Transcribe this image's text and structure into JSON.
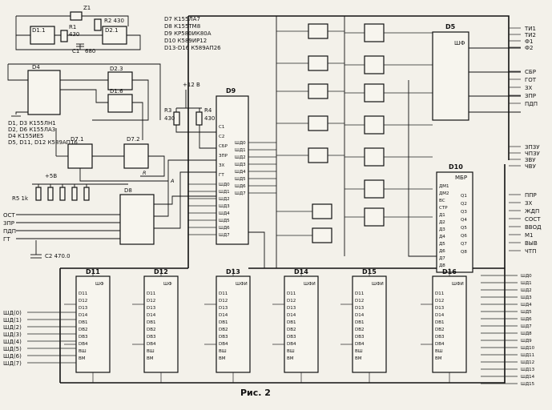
{
  "caption": "Рис. 2",
  "legend": [
    "D7  К155ЛА7",
    "D8  К155ТМ8",
    "D9  КР580ИК80А",
    "D10  К589ИР12",
    "D13-D16  К589АП26"
  ],
  "legend_left": [
    "D1, D3  К155ЛН1",
    "D2, D6  К155ЛА3",
    "D4  К155ИЕ5",
    "D5, D11, D12  К589АП16"
  ],
  "components": {
    "D1": "D1.1",
    "D2": "D2.1",
    "D3": "D4",
    "D4": "D2.3",
    "D5": "D1.6",
    "D7_1": "D7.1",
    "D7_2": "D7.2",
    "D8": "D8",
    "D9": "D9",
    "D10": "D10",
    "D11": "D11",
    "D12": "D12",
    "D13": "D13",
    "D14": "D14",
    "D15": "D15",
    "D16": "D16",
    "D5b": "D5"
  },
  "passives": {
    "Z1": "Z1",
    "R1": "R1",
    "R1v": "430",
    "R2": "R2 430",
    "C1": "C1",
    "C1v": "680",
    "R3": "R3",
    "R3v": "430",
    "R4": "R4",
    "R4v": "430",
    "R5": "R5 1k",
    "C2": "C2 470.0"
  },
  "supply": {
    "p12": "+12 В",
    "p5": "+5В"
  },
  "d9_left_pins": [
    "ШД0",
    "ШД1",
    "ШД2",
    "ШД3",
    "ШД4",
    "ШД5",
    "ШД6",
    "ШД7"
  ],
  "d9_right_pins": [
    "ШД0",
    "ШД1",
    "ШД2",
    "ШД3",
    "ШД4",
    "ШД5",
    "ШД6",
    "ШД7"
  ],
  "d9_ctrl": [
    "С1",
    "С2",
    "СБР",
    "ЗПР",
    "ЗХ",
    "ГТ"
  ],
  "d10_pins_left": [
    "ДМ1",
    "ДМ2",
    "ВС",
    "СТР",
    "Д1",
    "Д2",
    "Д3",
    "Д4",
    "Д5",
    "Д6",
    "Д7",
    "Д8"
  ],
  "d10_pins_right": [
    "Q1",
    "Q2",
    "Q3",
    "Q4",
    "Q5",
    "Q6",
    "Q7",
    "Q8"
  ],
  "d10_mode": "МБР",
  "right_top_outputs": [
    "ТИ1",
    "ТИ2",
    "Ф1",
    "Ф2"
  ],
  "right_mid_outputs": [
    "СБР",
    "ГОТ",
    "ЗХ",
    "ЗПР",
    "ПДП"
  ],
  "right_mid2_outputs": [
    "ЗПЗУ",
    "ЧПЗУ",
    "ЗВУ",
    "ЧВУ"
  ],
  "right_d10_outputs": [
    "ППР",
    "ЗХ",
    "ЖДП",
    "СОСТ",
    "ВВОД",
    "М1",
    "ВЫВ",
    "ЧТП"
  ],
  "right_bus_outputs": [
    "ШД0",
    "ШД1",
    "ШД2",
    "ШД3",
    "ШД4",
    "ШД5",
    "ШД6",
    "ШД7",
    "ШД8",
    "ШД9",
    "ШД10",
    "ШД11",
    "ШД12",
    "ШД13",
    "ШД14",
    "ШД15"
  ],
  "left_inputs": [
    "ОСТ",
    "ЗПР",
    "ПДП",
    "ГТ"
  ],
  "left_bus_inputs": [
    "ШД(0)",
    "ШД(1)",
    "ШД(2)",
    "ШД(3)",
    "ШД(4)",
    "ШД(5)",
    "ШД(6)",
    "ШД(7)"
  ],
  "buffer_pins": [
    "D11",
    "D12",
    "D13",
    "D14",
    "DВ1",
    "DВ2",
    "DВ3",
    "DВ4",
    "ВШ",
    "ВМ"
  ],
  "buffer_hdr": [
    "ШФ",
    "ШФ",
    "ШФИ",
    "ШФИ",
    "ШФИ",
    "ШФИ"
  ],
  "misc": {
    "net_R": "R",
    "net_A": "A",
    "d5_label": "ШФ"
  }
}
